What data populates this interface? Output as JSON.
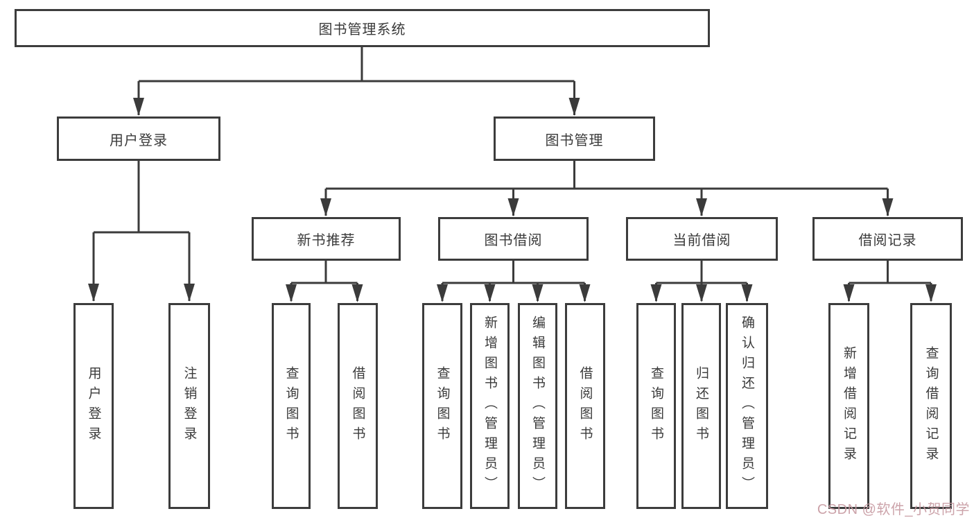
{
  "colors": {
    "line": "#3b3b3b",
    "box_border": "#3c3c3c",
    "text": "#3a3a3a",
    "background": "#ffffff",
    "watermark": "#c79aa1"
  },
  "watermark": {
    "text": "CSDN @软件_小贺同学"
  },
  "tree": {
    "label": "图书管理系统",
    "children": [
      {
        "label": "用户登录",
        "children": [
          {
            "label": "用户登录"
          },
          {
            "label": "注销登录"
          }
        ]
      },
      {
        "label": "图书管理",
        "children": [
          {
            "label": "新书推荐",
            "children": [
              {
                "label": "查询图书"
              },
              {
                "label": "借阅图书"
              }
            ]
          },
          {
            "label": "图书借阅",
            "children": [
              {
                "label": "查询图书"
              },
              {
                "label": "新增图书（管理员）"
              },
              {
                "label": "编辑图书（管理员）"
              },
              {
                "label": "借阅图书"
              }
            ]
          },
          {
            "label": "当前借阅",
            "children": [
              {
                "label": "查询图书"
              },
              {
                "label": "归还图书"
              },
              {
                "label": "确认归还（管理员）"
              }
            ]
          },
          {
            "label": "借阅记录",
            "children": [
              {
                "label": "新增借阅记录"
              },
              {
                "label": "查询借阅记录"
              }
            ]
          }
        ]
      }
    ]
  }
}
